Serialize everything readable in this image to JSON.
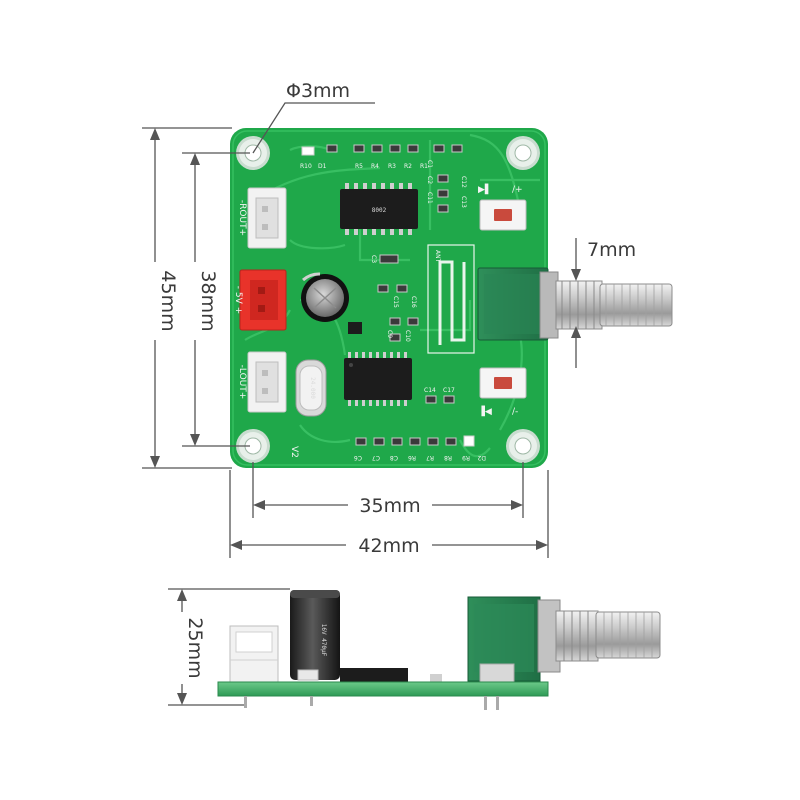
{
  "dimensions": {
    "hole_diameter": "Φ3mm",
    "knob_length": "7mm",
    "board_height": "45mm",
    "hole_spacing_vertical": "38mm",
    "hole_spacing_horizontal": "35mm",
    "board_width": "42mm",
    "side_height": "25mm"
  },
  "silkscreen": {
    "rout_label": "-ROUT+",
    "power_label": "- 5V +",
    "lout_label": "-LOUT+",
    "version": "V2",
    "vol_up": "/+",
    "vol_down": "/-",
    "top_refs": [
      "R10",
      "D1",
      "R5",
      "R4",
      "R3",
      "R2",
      "R1"
    ],
    "right_refs": [
      "C1",
      "C2",
      "C11",
      "C12",
      "C13"
    ],
    "bottom_refs": [
      "C6",
      "C7",
      "C8",
      "R6",
      "R7",
      "R8",
      "R9",
      "D2"
    ],
    "mid_refs": [
      "C14",
      "C17",
      "C3",
      "C15",
      "C16",
      "C9",
      "C10"
    ],
    "antenna_label": "ANT",
    "crystal_label": "24.000",
    "cap_label": "16V 470μF",
    "chip_label": "8002"
  },
  "colors": {
    "pcb": "#1fa84a",
    "pcb_dark": "#138a37",
    "dimension_line": "#555555",
    "red_connector": "#e8332a",
    "white_connector": "#f2f2f2"
  }
}
